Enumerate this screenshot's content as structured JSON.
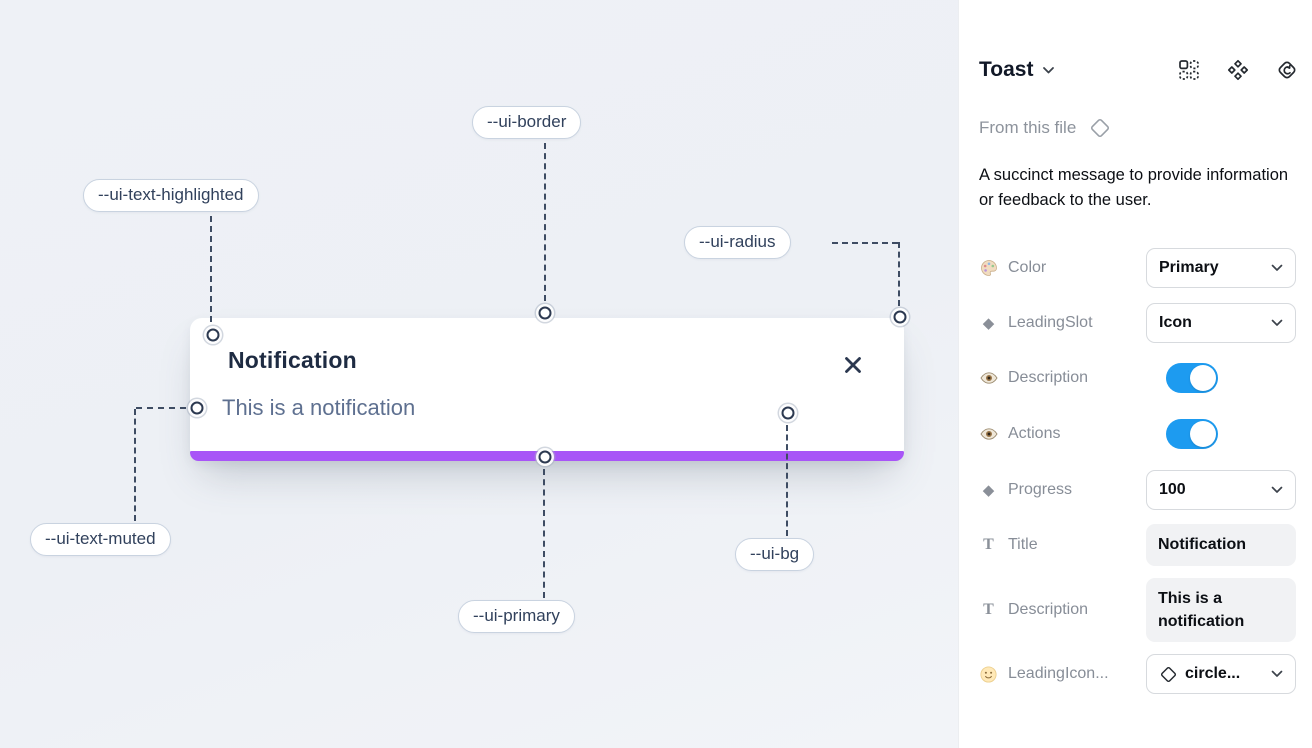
{
  "colors": {
    "primary_purple": "#a855f7",
    "toggle_blue": "#1d9bf0",
    "canvas_bg": "#edf0f5",
    "pill_text": "#31415c",
    "toast_title_color": "#1e2b42",
    "toast_muted_color": "#5e7090"
  },
  "canvas": {
    "toast": {
      "title": "Notification",
      "description": "This is a notification"
    },
    "annotations": [
      {
        "label": "--ui-text-highlighted"
      },
      {
        "label": "--ui-border"
      },
      {
        "label": "--ui-radius"
      },
      {
        "label": "--ui-text-muted"
      },
      {
        "label": "--ui-primary"
      },
      {
        "label": "--ui-bg"
      }
    ]
  },
  "panel": {
    "title": "Toast",
    "source": "From this file",
    "description": "A succinct message to provide information or feedback to the user.",
    "rows": [
      {
        "icon": "palette-icon",
        "label": "Color",
        "control": "dropdown",
        "value": "Primary"
      },
      {
        "icon": "diamond-icon",
        "label": "LeadingSlot",
        "control": "dropdown",
        "value": "Icon"
      },
      {
        "icon": "eye-icon",
        "label": "Description",
        "control": "toggle",
        "value": "on"
      },
      {
        "icon": "eye-icon",
        "label": "Actions",
        "control": "toggle",
        "value": "on"
      },
      {
        "icon": "diamond-icon",
        "label": "Progress",
        "control": "dropdown",
        "value": "100"
      },
      {
        "icon": "text-icon",
        "label": "Title",
        "control": "text-field",
        "value": "Notification"
      },
      {
        "icon": "text-icon",
        "label": "Description",
        "control": "text-field",
        "value": "This is a notification"
      },
      {
        "icon": "smiley-icon",
        "label": "LeadingIcon...",
        "control": "icon-dropdown",
        "value": "circle..."
      }
    ]
  }
}
